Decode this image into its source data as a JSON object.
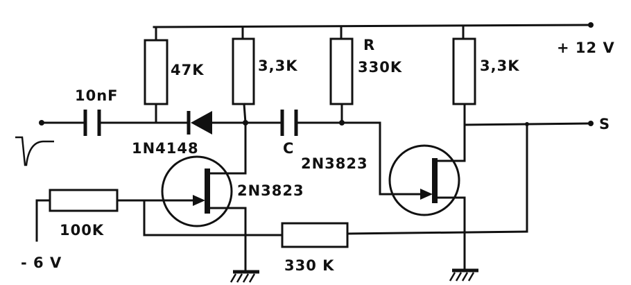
{
  "supply": {
    "label": "+ 12 V"
  },
  "negative_supply": {
    "label": "- 6 V"
  },
  "output": {
    "label": "S"
  },
  "input_capacitor": {
    "label": "10nF"
  },
  "coupling_capacitor": {
    "label": "C"
  },
  "diode": {
    "label": "1N4148"
  },
  "resistors": {
    "r_47k": "47K",
    "r_3k3_a": "3,3K",
    "r_timing_name": "R",
    "r_timing_value": "330K",
    "r_3k3_b": "3,3K",
    "r_100k": "100K",
    "r_330k_feedback": "330 K"
  },
  "transistors": {
    "q1": "2N3823",
    "q2": "2N3823"
  },
  "colors": {
    "ink": "#111111",
    "paper": "#ffffff"
  }
}
